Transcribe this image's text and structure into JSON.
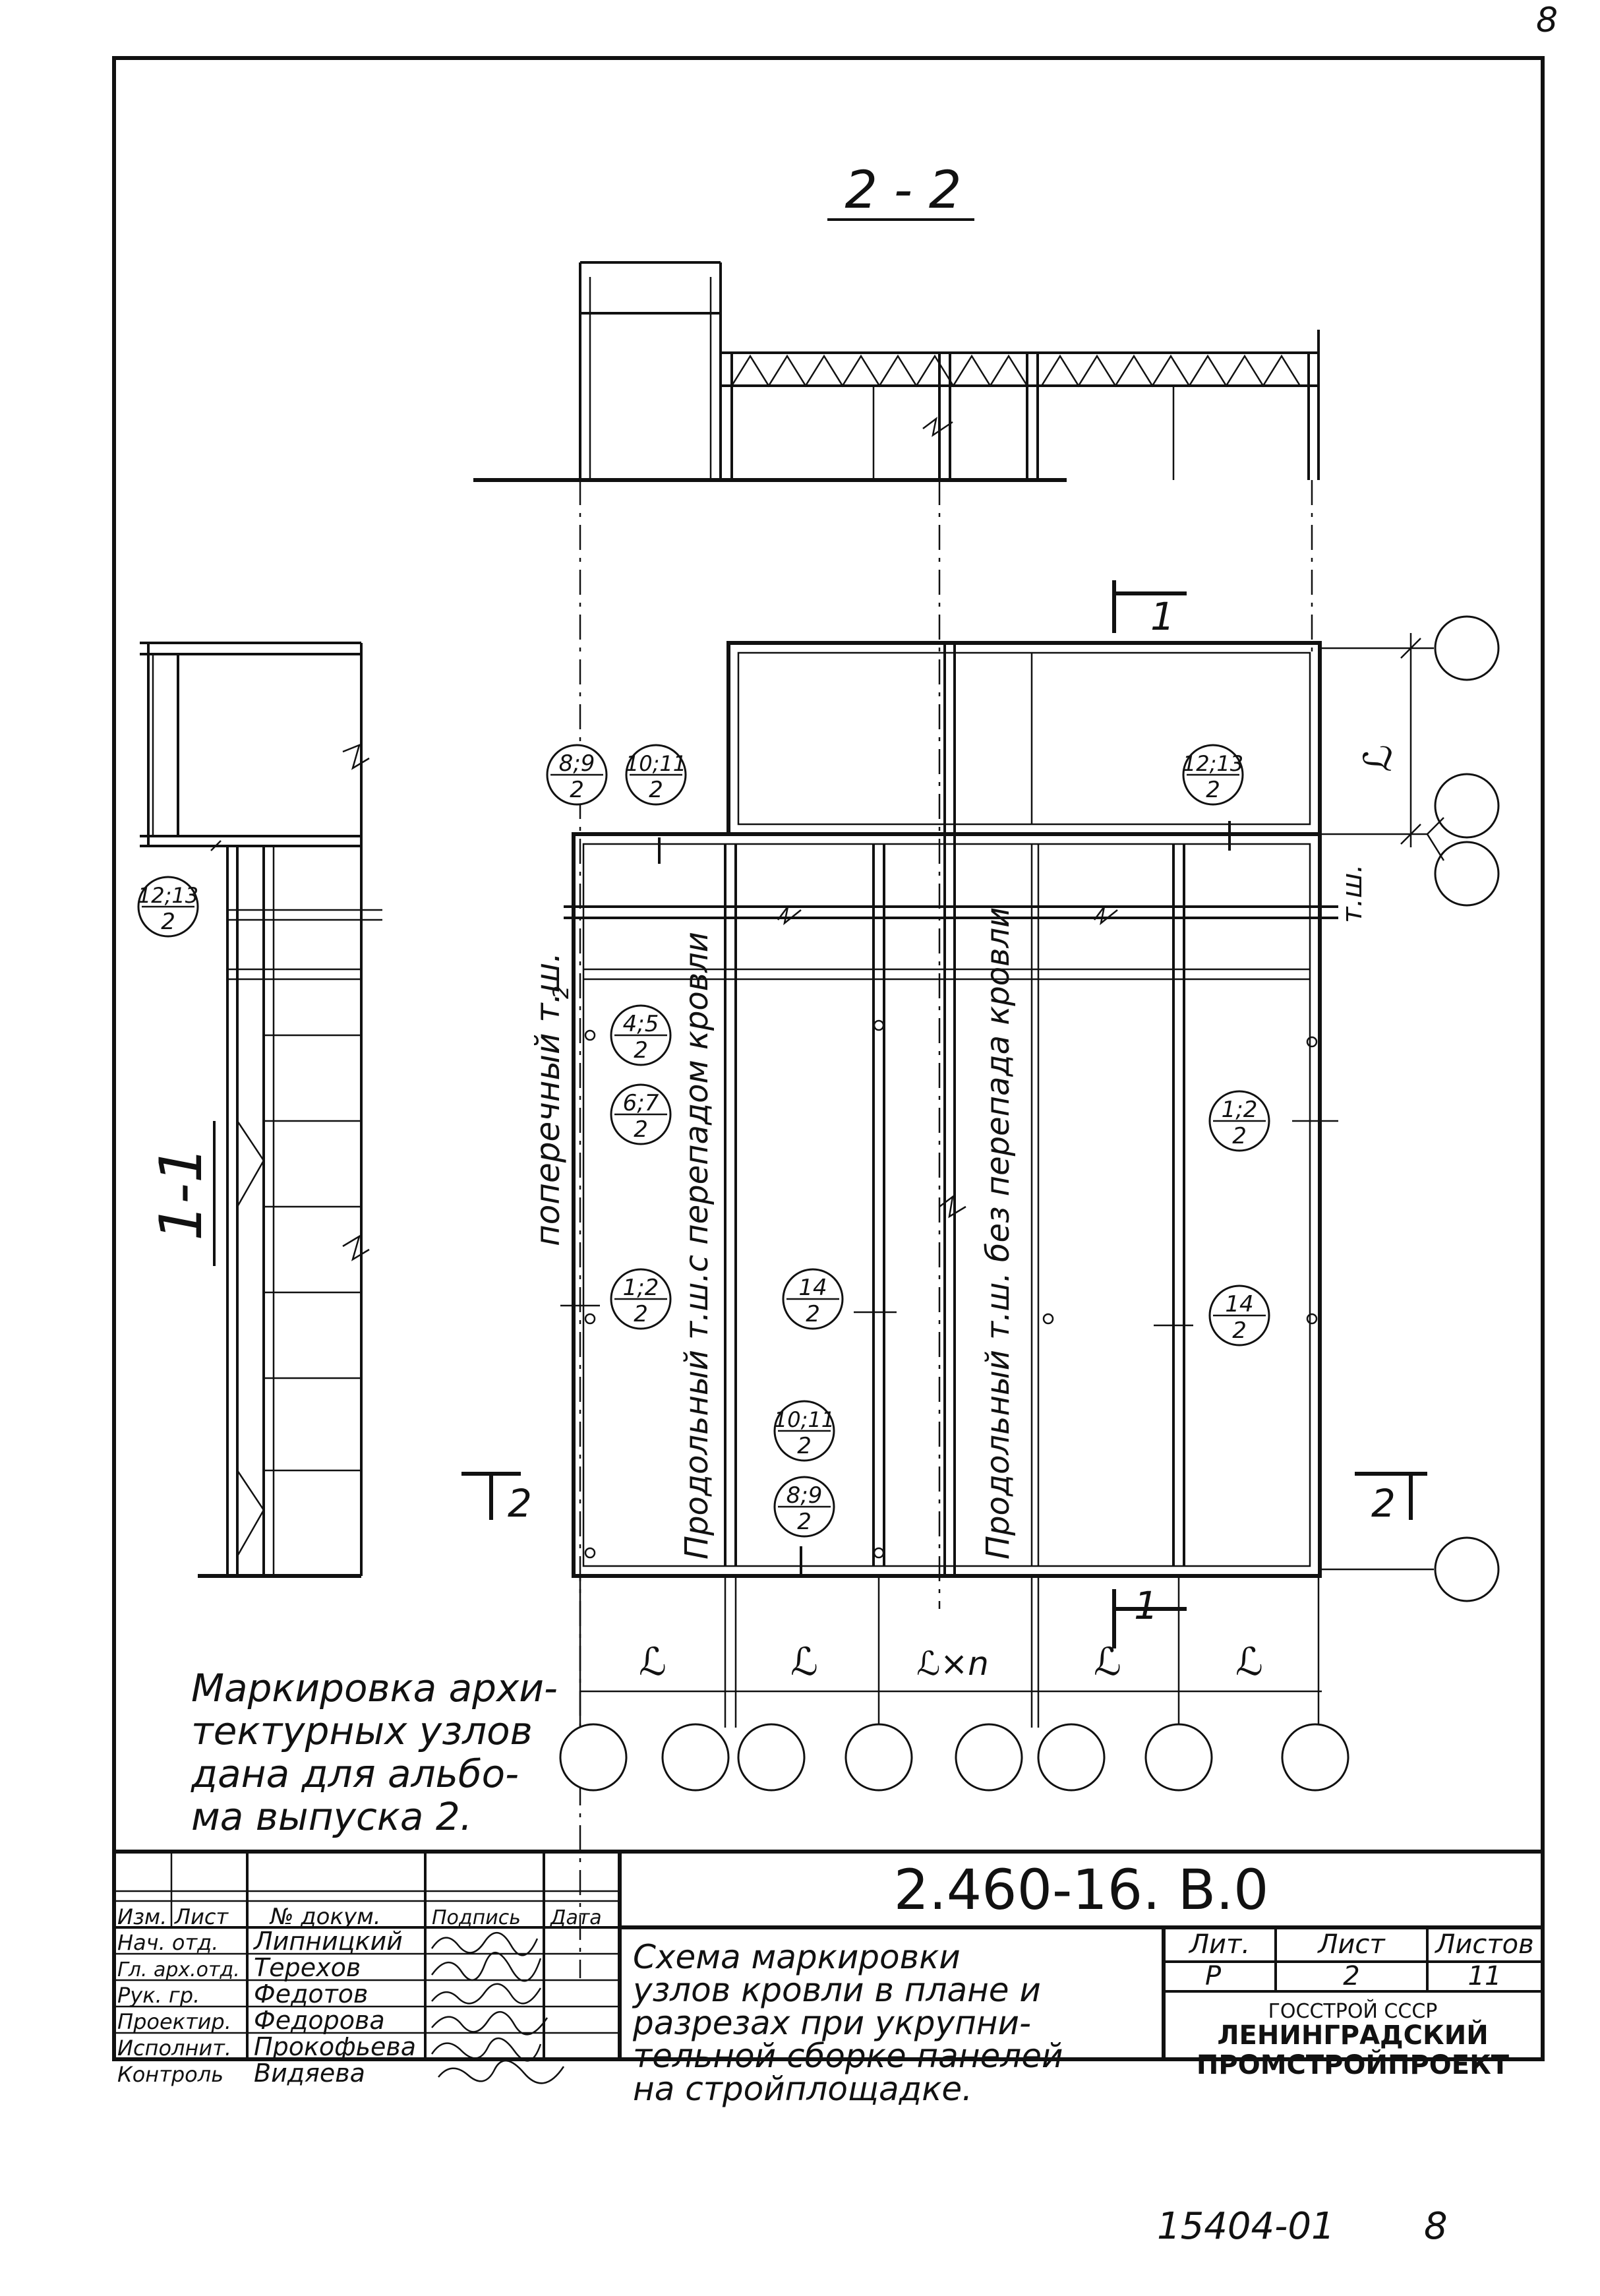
{
  "page_number": "8",
  "section_2_2": {
    "title": "2 - 2"
  },
  "section_1_1": {
    "title": "1-1"
  },
  "cut_marks": {
    "cut1_top": "1",
    "cut1_bottom": "1",
    "cut2_left": "2",
    "cut2_right": "2"
  },
  "dimensions": {
    "spacing_labels": [
      "ℒ",
      "ℒ",
      "ℒ×n",
      "ℒ",
      "ℒ"
    ],
    "right_span": "ℒ"
  },
  "node_marks": [
    {
      "top": "8;9",
      "bottom": "2"
    },
    {
      "top": "10;11",
      "bottom": "2"
    },
    {
      "top": "12;13",
      "bottom": "2"
    },
    {
      "top": "12;13",
      "bottom": "2"
    },
    {
      "top": "4;5",
      "bottom": "2"
    },
    {
      "top": "6;7",
      "bottom": "2"
    },
    {
      "top": "1;2",
      "bottom": "2"
    },
    {
      "top": "14",
      "bottom": "2"
    },
    {
      "top": "10;11",
      "bottom": "2"
    },
    {
      "top": "8;9",
      "bottom": "2"
    },
    {
      "top": "1;2",
      "bottom": "2"
    },
    {
      "top": "14",
      "bottom": "2"
    }
  ],
  "plan_labels": {
    "transverse_joint": "поперечный т.ш.",
    "transverse_joint_sub": "2",
    "longitudinal_with_drop": "Продольный т.ш.с перепадом кровли",
    "longitudinal_without_drop": "Продольный т.ш. без перепада кровли",
    "joint_tag": "т.ш."
  },
  "note": {
    "lines": [
      "Маркировка архи-",
      "тектурных узлов",
      "дана для альбо-",
      "ма выпуска 2."
    ]
  },
  "title_block": {
    "designation": "2.460-16. В.0",
    "headers": [
      "Изм.",
      "Лист",
      "№ докум.",
      "Подпись",
      "Дата"
    ],
    "rows": [
      {
        "role": "Нач. отд.",
        "name": "Липницкий"
      },
      {
        "role": "Гл. арх.отд.",
        "name": "Терехов"
      },
      {
        "role": "Рук. гр.",
        "name": "Федотов"
      },
      {
        "role": "Проектир.",
        "name": "Федорова"
      },
      {
        "role": "Исполнит.",
        "name": "Прокофьева"
      },
      {
        "role": "Контроль",
        "name": "Видяева"
      }
    ],
    "description": [
      "Схема маркировки",
      "узлов кровли в плане и",
      "разрезах при укрупни-",
      "тельной сборке панелей",
      "на стройплощадке."
    ],
    "stage_header": "Лит.",
    "sheet_header": "Лист",
    "sheets_header": "Листов",
    "stage": "Р",
    "sheet": "2",
    "sheets": "11",
    "org_line1": "ГОССТРОЙ СССР",
    "org_line2": "ЛЕНИНГРАДСКИЙ",
    "org_line3": "ПРОМСТРОЙПРОЕКТ"
  },
  "footer_code": "15404-01",
  "footer_page": "8"
}
